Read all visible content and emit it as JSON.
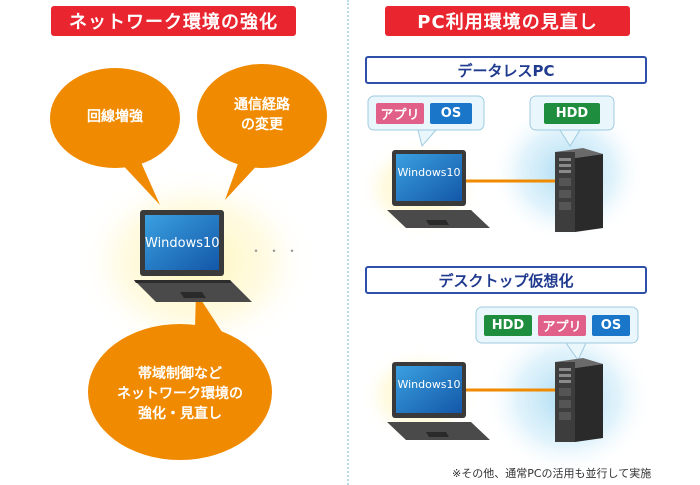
{
  "left": {
    "title": "ネットワーク環境の強化",
    "bubbles": {
      "top_left": "回線増強",
      "top_right_line1": "通信経路",
      "top_right_line2": "の変更",
      "bottom_line1": "帯域制御など",
      "bottom_line2": "ネットワーク環境の",
      "bottom_line3": "強化・見直し"
    },
    "laptop_label": "Windows10",
    "ellipsis": "・・・"
  },
  "right": {
    "title": "PC利用環境の見直し",
    "dataless": {
      "heading": "データレスPC",
      "pc_tags": [
        "アプリ",
        "OS"
      ],
      "server_tag": "HDD",
      "laptop_label": "Windows10"
    },
    "desktop_virtualization": {
      "heading": "デスクトップ仮想化",
      "server_tags": [
        "HDD",
        "アプリ",
        "OS"
      ],
      "laptop_label": "Windows10"
    }
  },
  "footnote": "※その他、通常PCの活用も並行して実施",
  "colors": {
    "banner_red": "#e9262f",
    "bubble_orange": "#f08a00",
    "heading_blue": "#2f50a8",
    "tag_pink": "#e0608a",
    "tag_blue": "#1976c8",
    "tag_green": "#1e8e3e",
    "server_glow": "#bfe3f5",
    "laptop_glow": "#fff2a8"
  }
}
